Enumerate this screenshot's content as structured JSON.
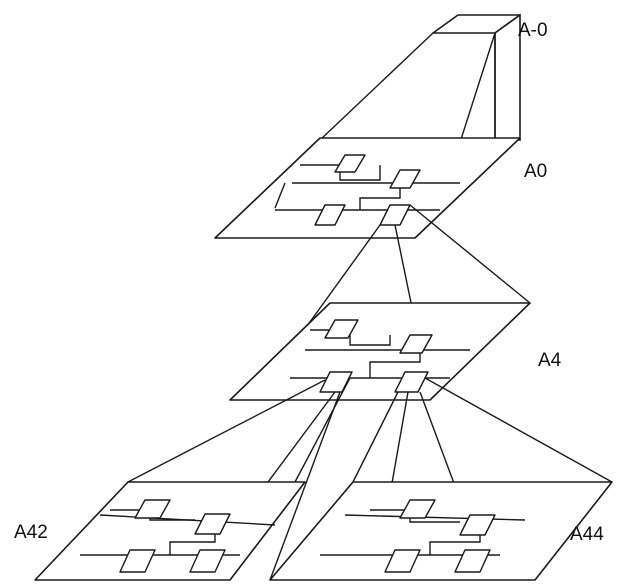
{
  "diagram": {
    "labels": {
      "a_minus_0": "A-0",
      "a0": "A0",
      "a4": "A4",
      "a42": "A42",
      "a44": "A44"
    },
    "colors": {
      "line": "#1a1a1a",
      "background": "#ffffff"
    }
  }
}
